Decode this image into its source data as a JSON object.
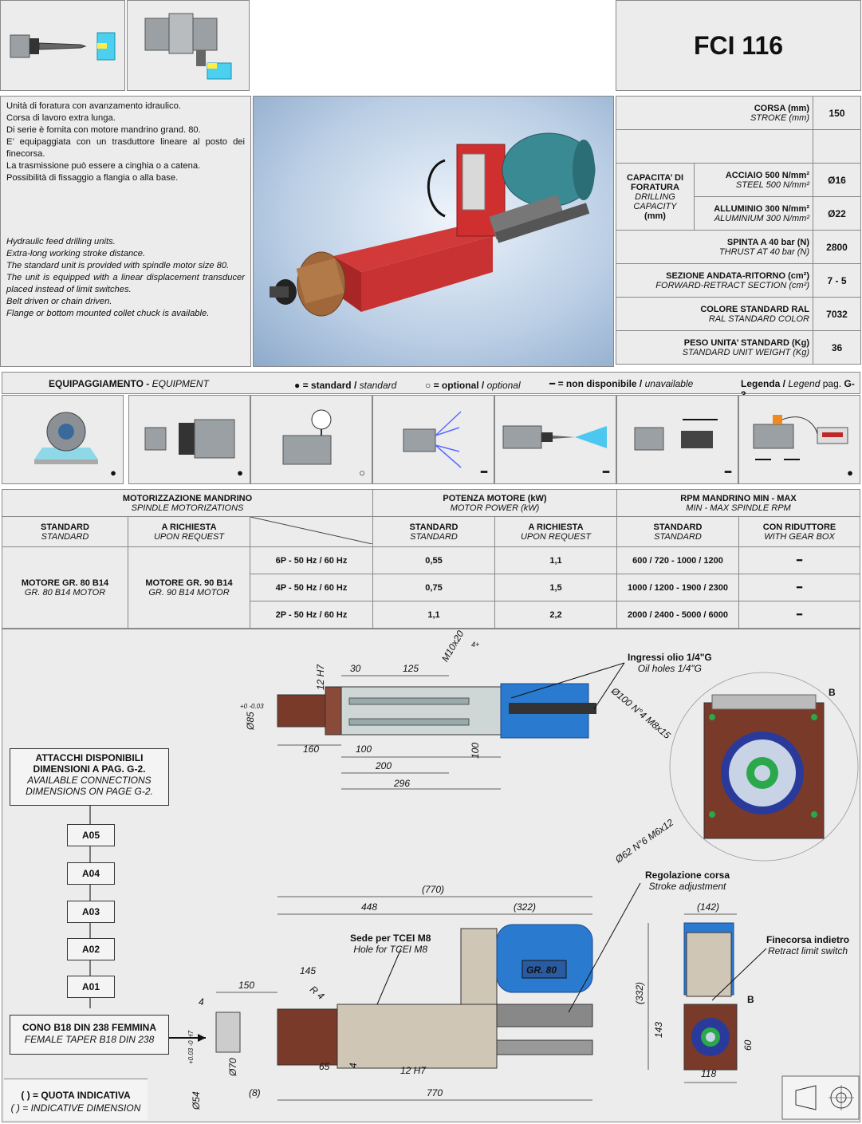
{
  "header": {
    "title": "FCI 116"
  },
  "description": {
    "it": [
      "Unità di foratura con avanzamento idraulico.",
      "Corsa di lavoro extra lunga.",
      "Di serie è fornita con motore mandrino grand. 80.",
      "E’ equipaggiata con un trasduttore lineare al posto dei finecorsa.",
      "La trasmissione può essere a cinghia o a catena.",
      "Possibilità di fissaggio a flangia o alla base."
    ],
    "en": [
      "Hydraulic feed drilling units.",
      "Extra-long working stroke distance.",
      "The standard unit is provided with spindle motor size 80.",
      "The unit is equipped with a linear displacement transducer placed instead of limit switches.",
      "Belt driven or chain driven.",
      "Flange or bottom mounted collet chuck is available."
    ]
  },
  "specs": {
    "corsa": {
      "it": "CORSA (mm)",
      "en": "STROKE (mm)",
      "value": "150"
    },
    "capacity": {
      "it": "CAPACITA’ DI FORATURA",
      "en": "DRILLING CAPACITY",
      "unit": "(mm)"
    },
    "steel": {
      "it": "ACCIAIO 500 N/mm²",
      "en": "STEEL 500 N/mm²",
      "value": "Ø16"
    },
    "alu": {
      "it": "ALLUMINIO 300 N/mm²",
      "en": "ALUMINIUM 300 N/mm²",
      "value": "Ø22"
    },
    "thrust": {
      "it": "SPINTA A 40 bar (N)",
      "en": "THRUST AT 40 bar (N)",
      "value": "2800"
    },
    "section": {
      "it": "SEZIONE ANDATA-RITORNO (cm²)",
      "en": "FORWARD-RETRACT SECTION (cm²)",
      "value": "7 - 5"
    },
    "color": {
      "it": "COLORE STANDARD RAL",
      "en": "RAL STANDARD COLOR",
      "value": "7032"
    },
    "weight": {
      "it": "PESO UNITA’ STANDARD (Kg)",
      "en": "STANDARD UNIT WEIGHT (Kg)",
      "value": "36"
    }
  },
  "equipment": {
    "title_it": "EQUIPAGGIAMENTO - ",
    "title_en": "EQUIPMENT",
    "legend_std_sym": "●",
    "legend_std_it": "= standard / ",
    "legend_std_en": "standard",
    "legend_opt_sym": "○",
    "legend_opt_it": "= optional / ",
    "legend_opt_en": "optional",
    "legend_na_sym": "━",
    "legend_na_it": "= non disponibile / ",
    "legend_na_en": "unavailable",
    "legenda_it": "Legenda / ",
    "legenda_en": "Legend",
    "legenda_page": "pag. ",
    "legenda_ref": "G-3",
    "items": [
      {
        "symbol": "●"
      },
      {
        "symbol": "●"
      },
      {
        "symbol": "○"
      },
      {
        "symbol": "━"
      },
      {
        "symbol": "━"
      },
      {
        "symbol": "━"
      },
      {
        "symbol": "●"
      }
    ]
  },
  "motor_table": {
    "h1_it": "MOTORIZZAZIONE MANDRINO",
    "h1_en": "SPINDLE MOTORIZATIONS",
    "h2_it": "POTENZA MOTORE (kW)",
    "h2_en": "MOTOR POWER (kW)",
    "h3_it": "RPM MANDRINO MIN - MAX",
    "h3_en": "MIN - MAX SPINDLE RPM",
    "std_it": "STANDARD",
    "std_en": "STANDARD",
    "req_it": "A RICHIESTA",
    "req_en": "UPON REQUEST",
    "gear_it": "CON RIDUTTORE",
    "gear_en": "WITH GEAR BOX",
    "motor_std_it": "MOTORE GR. 80 B14",
    "motor_std_en": "GR. 80 B14 MOTOR",
    "motor_req_it": "MOTORE GR. 90 B14",
    "motor_req_en": "GR. 90 B14 MOTOR",
    "rows": [
      {
        "poles": "6P - 50 Hz / 60 Hz",
        "p_std": "0,55",
        "p_req": "1,1",
        "rpm": "600 / 720 - 1000 / 1200",
        "gear": "━"
      },
      {
        "poles": "4P - 50 Hz / 60 Hz",
        "p_std": "0,75",
        "p_req": "1,5",
        "rpm": "1000 / 1200 - 1900 / 2300",
        "gear": "━"
      },
      {
        "poles": "2P - 50 Hz / 60 Hz",
        "p_std": "1,1",
        "p_req": "2,2",
        "rpm": "2000 / 2400 - 5000 / 6000",
        "gear": "━"
      }
    ]
  },
  "drawing": {
    "attacchi_it": "ATTACCHI DISPONIBILI DIMENSIONI A PAG. G-2.",
    "attacchi_en": "AVAILABLE CONNECTIONS DIMENSIONS ON PAGE G-2.",
    "connections": [
      "A05",
      "A04",
      "A03",
      "A02",
      "A01"
    ],
    "cono_it": "CONO B18 DIN 238 FEMMINA",
    "cono_en": "FEMALE TAPER B18 DIN 238",
    "quota_it": "( ) = QUOTA INDICATIVA",
    "quota_en": "( ) = INDICATIVE DIMENSION",
    "oil_it": "Ingressi olio 1/4\"G",
    "oil_en": "Oil holes 1/4\"G",
    "stroke_it": "Regolazione corsa",
    "stroke_en": "Stroke adjustment",
    "tcei_it": "Sede per TCEI M8",
    "tcei_en": "Hole for TCEI M8",
    "retract_it": "Finecorsa indietro",
    "retract_en": "Retract limit switch",
    "motor_label": "GR. 80",
    "view_b": "B",
    "dims": {
      "d30": "30",
      "d125": "125",
      "m10": "M10x20",
      "four_plus": "4+",
      "h7_12": "12 H7",
      "d85": "Ø85",
      "d85_tol": "+0 -0.03",
      "d160": "160",
      "d100": "100",
      "d200": "200",
      "d296": "296",
      "d100v": "100",
      "d100_holes": "Ø100 N°4 M8x15",
      "d62_holes": "Ø62 N°6 M6x12",
      "d770p": "(770)",
      "d448": "448",
      "d322": "(322)",
      "d142": "(142)",
      "d145": "145",
      "r4": "R 4",
      "d150": "150",
      "d4": "4",
      "d65": "65",
      "d4b": "4",
      "d12h7": "12 H7",
      "d8": "(8)",
      "d770": "770",
      "d70": "Ø70",
      "d54": "Ø54",
      "d54_tol": "+0.03 -0 H7",
      "d332": "(332)",
      "d143": "143",
      "d60": "60",
      "d118": "118"
    }
  }
}
